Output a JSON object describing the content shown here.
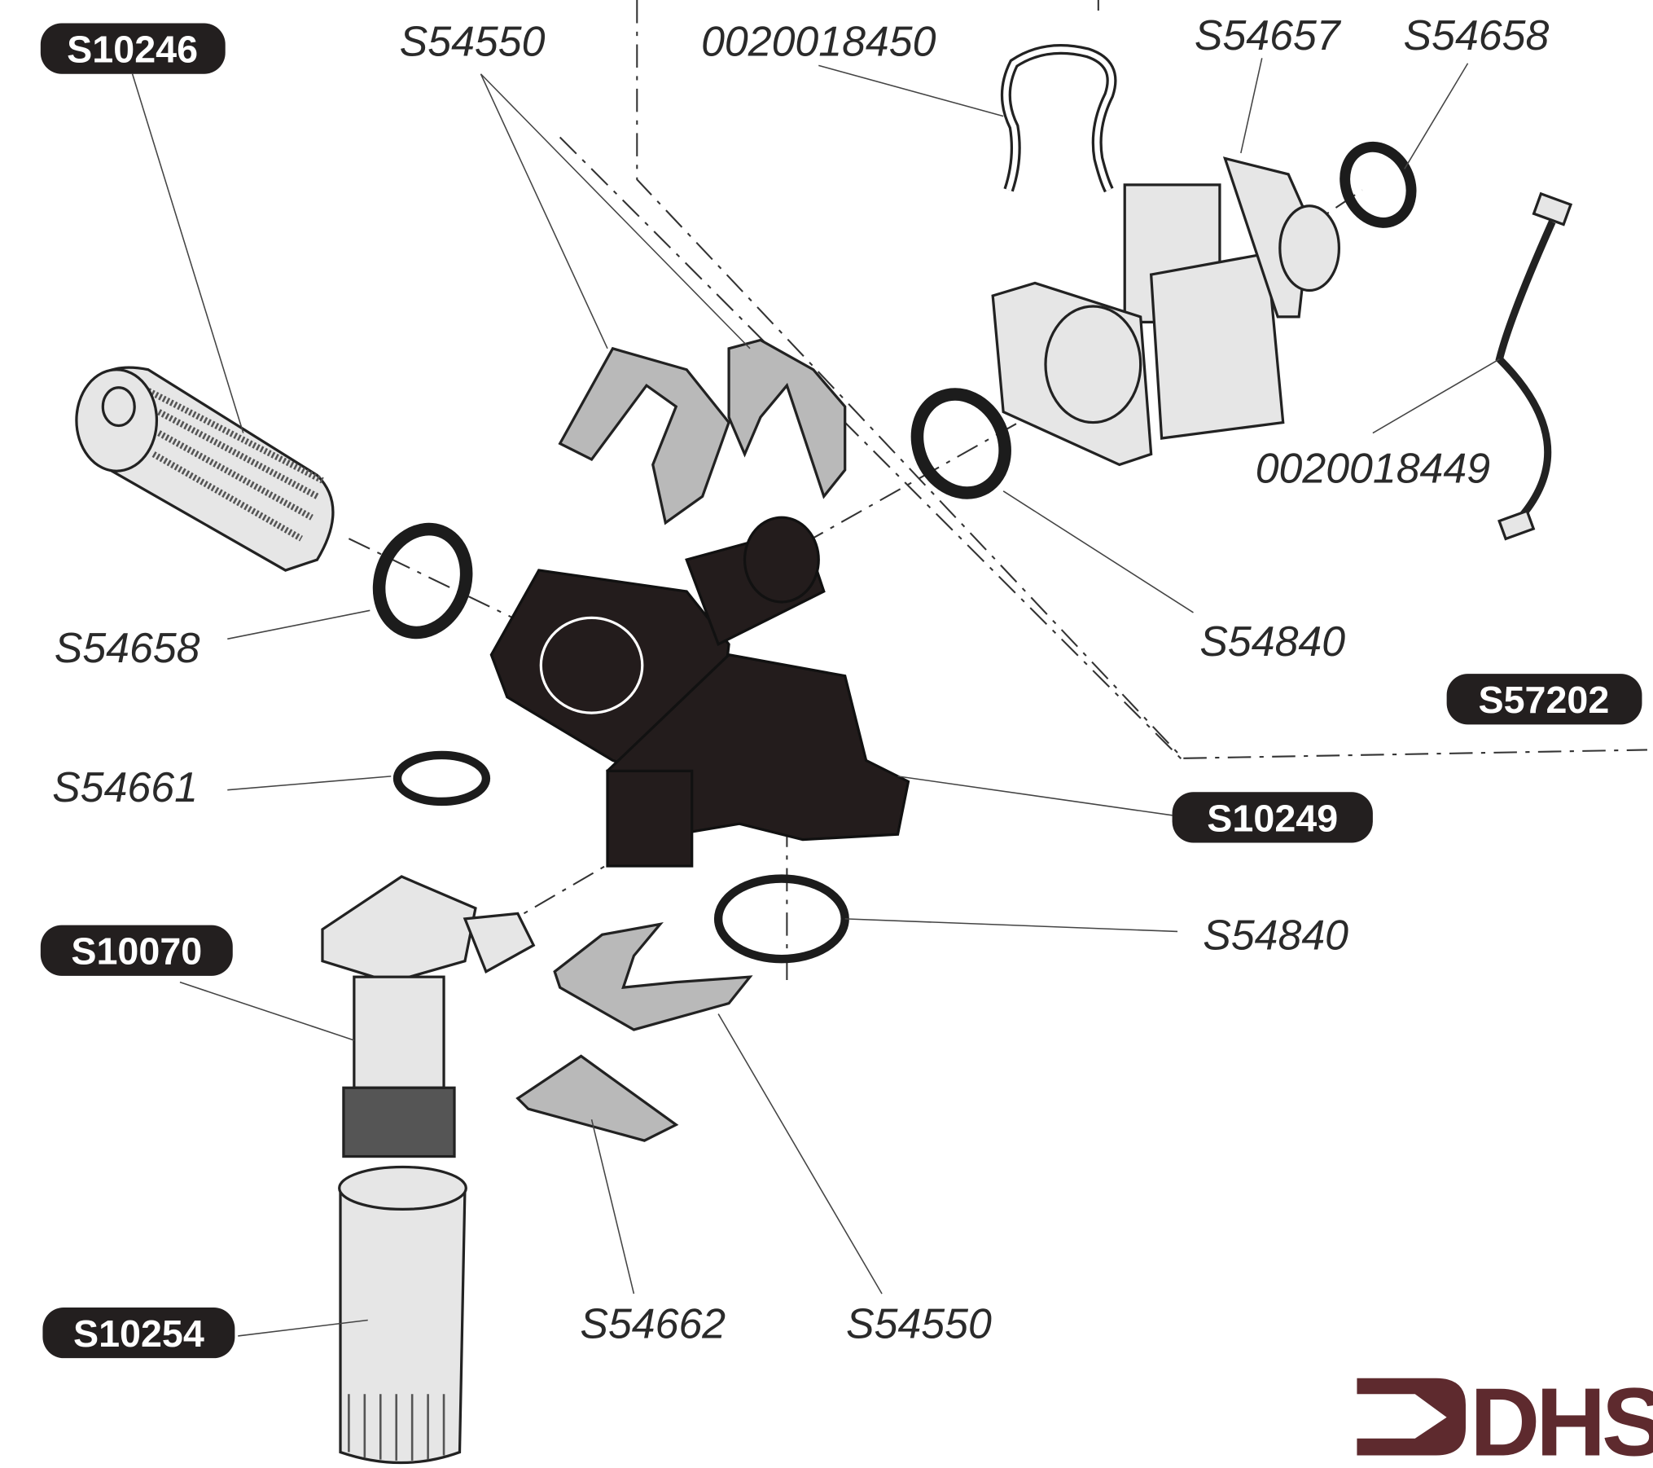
{
  "diagram": {
    "title_parts": {
      "strainer": "S10246",
      "clip_top": "S54550",
      "wire_clip": "0020018450",
      "valve_housing": "S54657",
      "oring_top_right": "S54658",
      "cable": "0020018449",
      "oring_left": "S54658",
      "oring_mid_right": "S54840",
      "kit_assembly": "S57202",
      "oring_small": "S54661",
      "main_body": "S10249",
      "oring_bottom": "S54840",
      "tap_assembly": "S10070",
      "sleeve": "S10254",
      "small_clip": "S54662",
      "clip_bottom": "S54550"
    },
    "logo": {
      "text": "DHS",
      "color": "#5e2a2e"
    }
  }
}
